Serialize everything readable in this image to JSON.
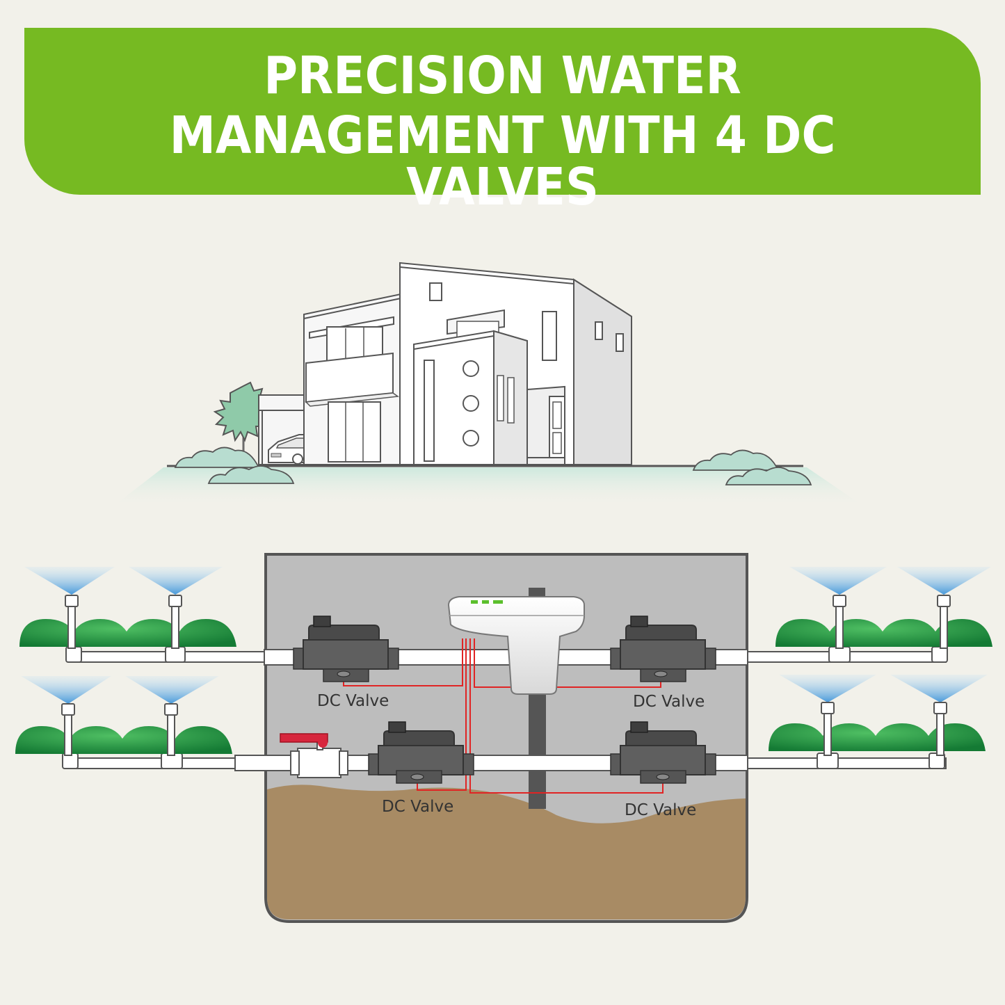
{
  "title": {
    "line1": "PRECISION WATER",
    "line2": "MANAGEMENT WITH 4 DC VALVES"
  },
  "valves": {
    "top_left_label": "DC Valve",
    "top_right_label": "DC Valve",
    "bottom_left_label": "DC Valve",
    "bottom_right_label": "DC Valve"
  },
  "colors": {
    "banner_green": "#76ba22",
    "background": "#f2f1ea",
    "wire_red": "#e02424",
    "soil_brown": "#a88b64",
    "shrub_green": "#1f9a45",
    "spray_blue": "#6fb5e8"
  }
}
